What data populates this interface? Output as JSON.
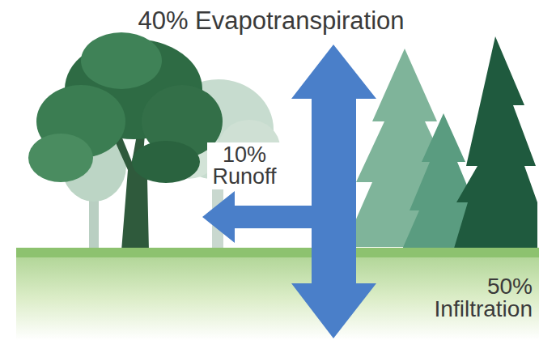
{
  "diagram": {
    "labels": [
      "40% Evapotranspiration",
      "10% Runoff",
      "50% Infiltration"
    ]
  }
}
